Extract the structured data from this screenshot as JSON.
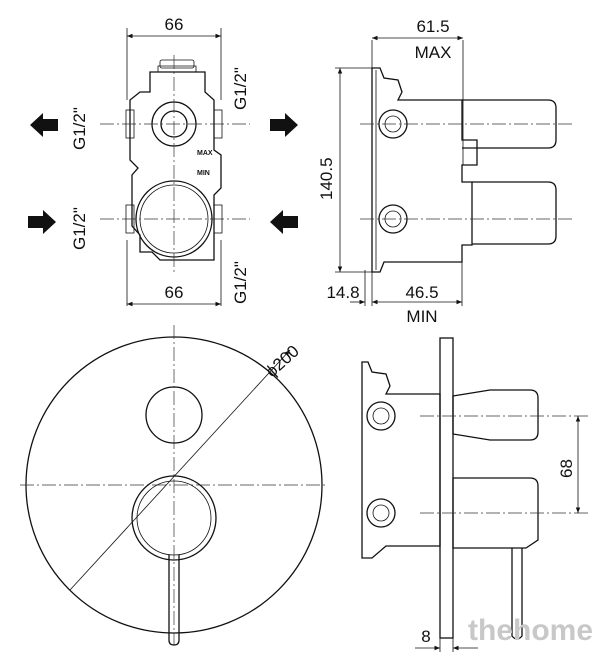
{
  "front_view": {
    "top_width": "66",
    "bottom_width": "66",
    "port_top_right": "G1/2\"",
    "port_left_top": "G1/2\"",
    "port_left_bottom": "G1/2\"",
    "port_bottom_right": "G1/2\"",
    "mark_max": "MAX",
    "mark_min": "MIN"
  },
  "side_view": {
    "depth_max": "61.5",
    "depth_max_label": "MAX",
    "height": "140.5",
    "offset_left": "14.8",
    "depth_min": "46.5",
    "depth_min_label": "MIN"
  },
  "plate_view": {
    "diameter": "ϕ200"
  },
  "installed_side_view": {
    "spacing": "68",
    "plate_thickness": "8"
  },
  "watermark": "thehome"
}
